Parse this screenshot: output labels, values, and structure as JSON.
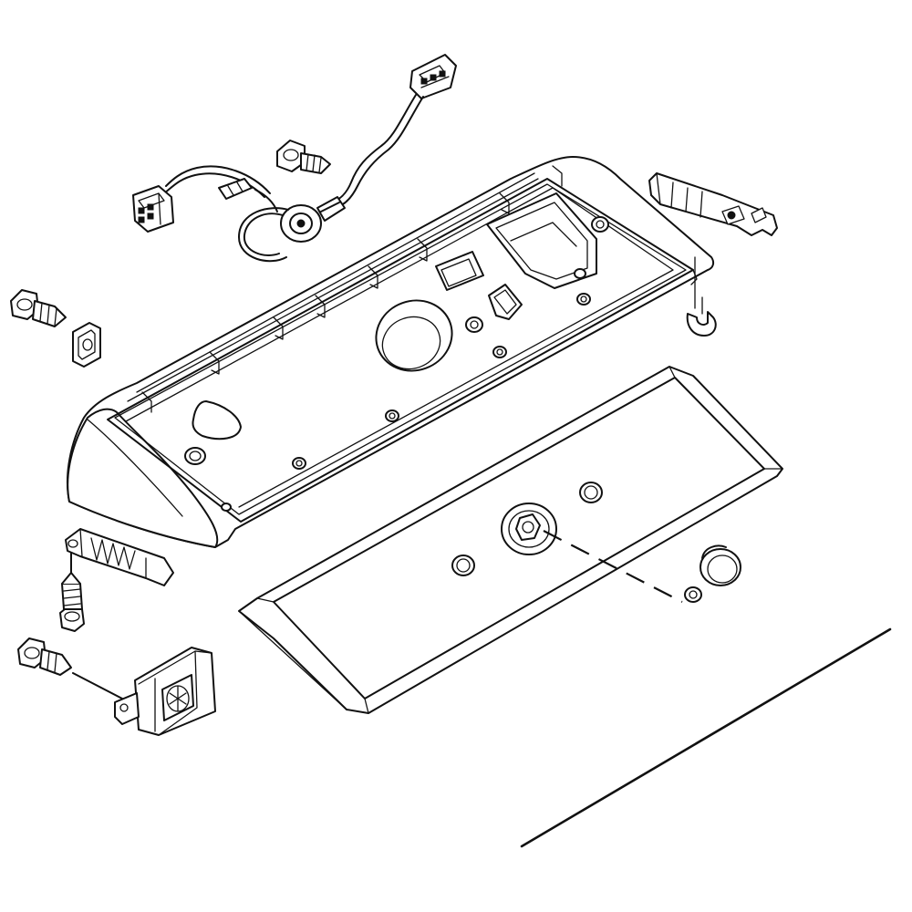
{
  "figure": {
    "type": "exploded-parts-diagram",
    "text_labels": [],
    "parts": [
      "wire-harness",
      "screw",
      "clip-nut",
      "control-panel-console",
      "end-cap-right",
      "end-cap-left",
      "control-panel-overlay",
      "knob-cap",
      "encoder-knob-shaft",
      "buzzer-module",
      "wire-rod"
    ]
  }
}
